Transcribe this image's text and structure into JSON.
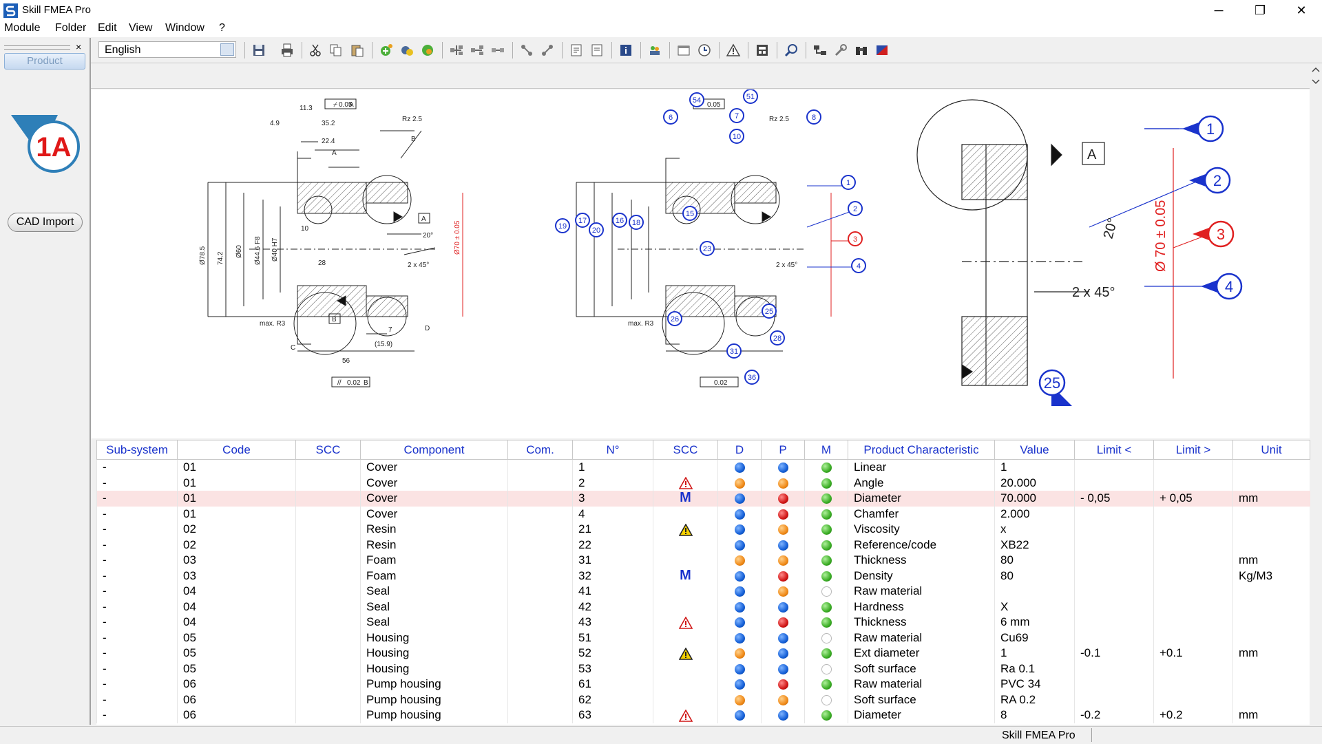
{
  "window": {
    "title": "Skill FMEA Pro",
    "controls": {
      "minimize": "─",
      "restore": "❐",
      "close": "✕"
    }
  },
  "menu": [
    "Module",
    "Folder",
    "Edit",
    "View",
    "Window",
    "?"
  ],
  "toolbar": {
    "language": "English"
  },
  "left_panel": {
    "close": "×",
    "tab": "Product",
    "logo_text": "1A",
    "cad_import": "CAD Import"
  },
  "drawing": {
    "left": {
      "tol_top": "0.05",
      "ref_a": "A",
      "ref_b": "B",
      "ref_c": "C",
      "ref_d": "D",
      "dim_113": "11.3",
      "dim_49": "4.9",
      "dim_352": "35.2",
      "dim_224": "22.4",
      "rz": "Rz 2.5",
      "dim_10": "10",
      "dim_28": "28",
      "dim_56": "56",
      "dim_159": "(15.9)",
      "dim_7": "7",
      "chamfer": "2 x 45°",
      "angle": "20°",
      "maxr": "max. R3",
      "tol_bottom": "0.02",
      "d785": "Ø78.5",
      "d742": "74.2",
      "d60": "Ø60",
      "d446": "Ø44.6 F8",
      "d40": "Ø40 H7",
      "d70": "Ø70 ± 0.05",
      "box_a": "A",
      "box_b": "B"
    },
    "middle": {
      "bubbles": [
        "54",
        "51",
        "6",
        "7",
        "8",
        "10",
        "1",
        "2",
        "3",
        "4",
        "15",
        "16",
        "17",
        "18",
        "19",
        "20",
        "23",
        "25",
        "26",
        "28",
        "31",
        "36"
      ],
      "tol_top": "0.05",
      "tol_bottom": "0.02",
      "chamfer": "2 x 45°",
      "rz": "Rz 2.5",
      "maxr": "max. R3"
    },
    "right": {
      "bubbles": [
        "1",
        "2",
        "3",
        "4",
        "25"
      ],
      "box_a": "A",
      "angle": "20°",
      "chamfer": "2 x 45°",
      "d70": "Ø 70 ± 0.05"
    }
  },
  "table": {
    "headers": [
      "Sub-system",
      "Code",
      "SCC",
      "Component",
      "Com.",
      "N°",
      "SCC",
      "D",
      "P",
      "M",
      "Product Characteristic",
      "Value",
      "Limit <",
      "Limit >",
      "Unit"
    ],
    "rows": [
      {
        "sub": "-",
        "code": "01",
        "scc": "",
        "component": "Cover",
        "com": "",
        "n": "1",
        "scc2": "",
        "d": "blue",
        "p": "blue",
        "m": "green",
        "char": "Linear",
        "value": "1",
        "lmin": "",
        "lmax": "",
        "unit": ""
      },
      {
        "sub": "-",
        "code": "01",
        "scc": "",
        "component": "Cover",
        "com": "",
        "n": "2",
        "scc2": "warn-red",
        "d": "orange",
        "p": "orange",
        "m": "green",
        "char": "Angle",
        "value": "20.000",
        "lmin": "",
        "lmax": "",
        "unit": ""
      },
      {
        "sub": "-",
        "code": "01",
        "scc": "",
        "component": "Cover",
        "com": "",
        "n": "3",
        "scc2": "M",
        "d": "blue",
        "p": "red",
        "m": "green",
        "char": "Diameter",
        "value": "70.000",
        "lmin": "- 0,05",
        "lmax": "+ 0,05",
        "unit": "mm"
      },
      {
        "sub": "-",
        "code": "01",
        "scc": "",
        "component": "Cover",
        "com": "",
        "n": "4",
        "scc2": "",
        "d": "blue",
        "p": "red",
        "m": "green",
        "char": "Chamfer",
        "value": "2.000",
        "lmin": "",
        "lmax": "",
        "unit": ""
      },
      {
        "sub": "-",
        "code": "02",
        "scc": "",
        "component": "Resin",
        "com": "",
        "n": "21",
        "scc2": "warn-yellow",
        "d": "blue",
        "p": "orange",
        "m": "green",
        "char": "Viscosity",
        "value": "x",
        "lmin": "",
        "lmax": "",
        "unit": ""
      },
      {
        "sub": "-",
        "code": "02",
        "scc": "",
        "component": "Resin",
        "com": "",
        "n": "22",
        "scc2": "",
        "d": "blue",
        "p": "blue",
        "m": "green",
        "char": "Reference/code",
        "value": "XB22",
        "lmin": "",
        "lmax": "",
        "unit": ""
      },
      {
        "sub": "-",
        "code": "03",
        "scc": "",
        "component": "Foam",
        "com": "",
        "n": "31",
        "scc2": "",
        "d": "orange",
        "p": "orange",
        "m": "green",
        "char": "Thickness",
        "value": "80",
        "lmin": "",
        "lmax": "",
        "unit": "mm"
      },
      {
        "sub": "-",
        "code": "03",
        "scc": "",
        "component": "Foam",
        "com": "",
        "n": "32",
        "scc2": "M",
        "d": "blue",
        "p": "red",
        "m": "green",
        "char": "Density",
        "value": "80",
        "lmin": "",
        "lmax": "",
        "unit": "Kg/M3"
      },
      {
        "sub": "-",
        "code": "04",
        "scc": "",
        "component": "Seal",
        "com": "",
        "n": "41",
        "scc2": "",
        "d": "blue",
        "p": "orange",
        "m": "empty",
        "char": "Raw material",
        "value": "",
        "lmin": "",
        "lmax": "",
        "unit": ""
      },
      {
        "sub": "-",
        "code": "04",
        "scc": "",
        "component": "Seal",
        "com": "",
        "n": "42",
        "scc2": "",
        "d": "blue",
        "p": "blue",
        "m": "green",
        "char": "Hardness",
        "value": "X",
        "lmin": "",
        "lmax": "",
        "unit": ""
      },
      {
        "sub": "-",
        "code": "04",
        "scc": "",
        "component": "Seal",
        "com": "",
        "n": "43",
        "scc2": "warn-red",
        "d": "blue",
        "p": "red",
        "m": "green",
        "char": "Thickness",
        "value": "6 mm",
        "lmin": "",
        "lmax": "",
        "unit": ""
      },
      {
        "sub": "-",
        "code": "05",
        "scc": "",
        "component": "Housing",
        "com": "",
        "n": "51",
        "scc2": "",
        "d": "blue",
        "p": "blue",
        "m": "empty",
        "char": "Raw material",
        "value": "Cu69",
        "lmin": "",
        "lmax": "",
        "unit": ""
      },
      {
        "sub": "-",
        "code": "05",
        "scc": "",
        "component": "Housing",
        "com": "",
        "n": "52",
        "scc2": "warn-yellow",
        "d": "orange",
        "p": "blue",
        "m": "green",
        "char": "Ext diameter",
        "value": "1",
        "lmin": "-0.1",
        "lmax": "+0.1",
        "unit": "mm"
      },
      {
        "sub": "-",
        "code": "05",
        "scc": "",
        "component": "Housing",
        "com": "",
        "n": "53",
        "scc2": "",
        "d": "blue",
        "p": "blue",
        "m": "empty",
        "char": "Soft surface",
        "value": "Ra 0.1",
        "lmin": "",
        "lmax": "",
        "unit": ""
      },
      {
        "sub": "-",
        "code": "06",
        "scc": "",
        "component": "Pump housing",
        "com": "",
        "n": "61",
        "scc2": "",
        "d": "blue",
        "p": "red",
        "m": "green",
        "char": "Raw material",
        "value": "PVC 34",
        "lmin": "",
        "lmax": "",
        "unit": ""
      },
      {
        "sub": "-",
        "code": "06",
        "scc": "",
        "component": "Pump housing",
        "com": "",
        "n": "62",
        "scc2": "",
        "d": "orange",
        "p": "orange",
        "m": "empty",
        "char": "Soft surface",
        "value": "RA 0.2",
        "lmin": "",
        "lmax": "",
        "unit": ""
      },
      {
        "sub": "-",
        "code": "06",
        "scc": "",
        "component": "Pump housing",
        "com": "",
        "n": "63",
        "scc2": "warn-red",
        "d": "blue",
        "p": "blue",
        "m": "green",
        "char": "Diameter",
        "value": "8",
        "lmin": "-0.2",
        "lmax": "+0.2",
        "unit": "mm"
      }
    ],
    "highlight_row": 2
  },
  "status": {
    "text": "Skill FMEA Pro"
  },
  "colors": {
    "header_text": "#1a33cc",
    "highlight": "#fbe3e3",
    "bubble": "#1a33cc",
    "bubble_alert": "#e02020"
  }
}
